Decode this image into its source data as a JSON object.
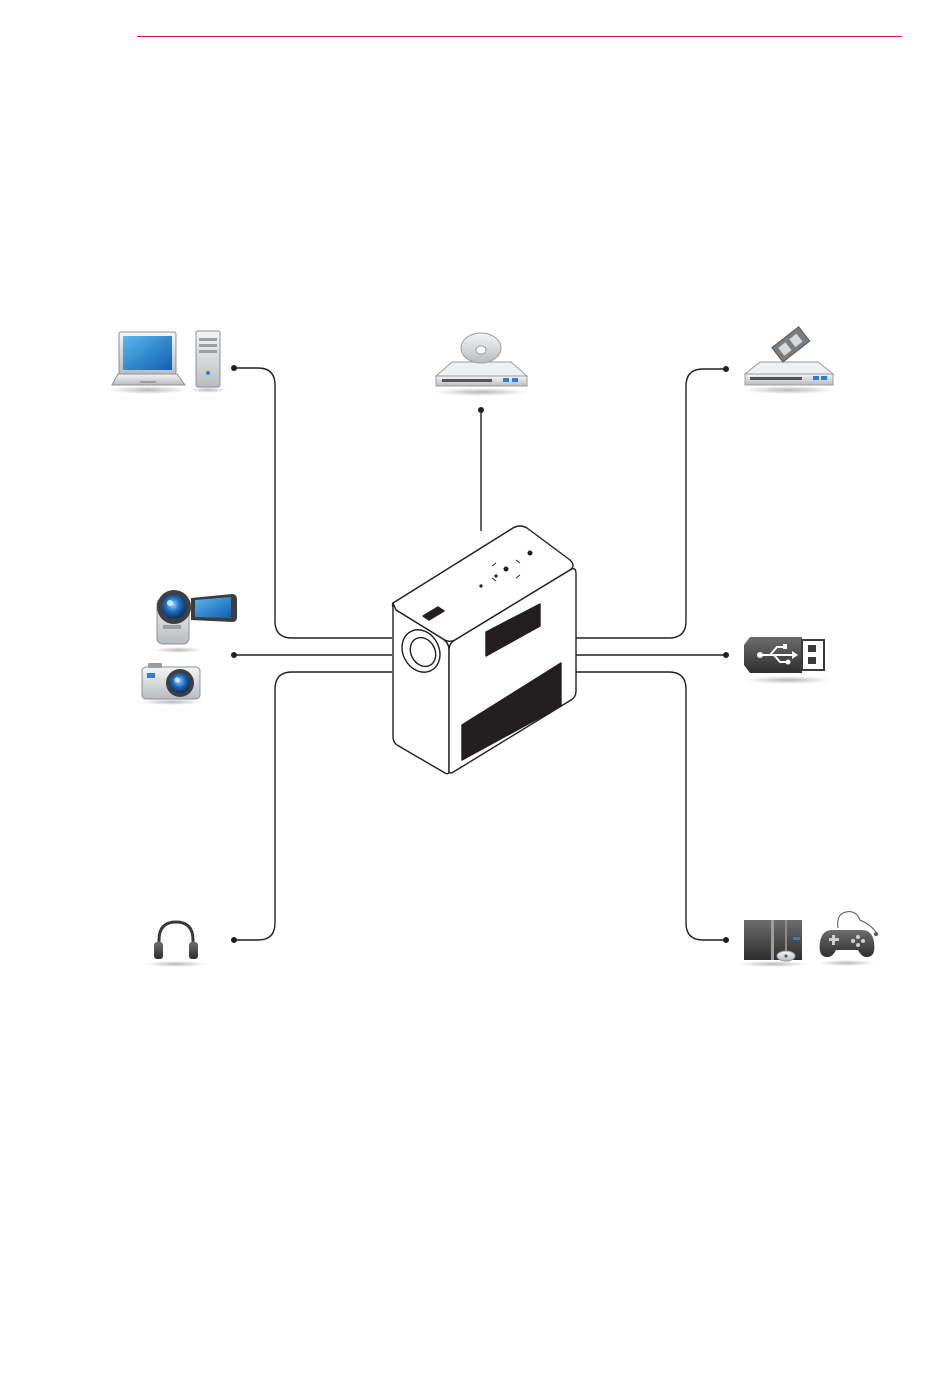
{
  "page": {
    "accent_color": "#c2185b"
  },
  "diagram": {
    "center_device": "projector-icon",
    "connections": [
      {
        "side": "left-top",
        "devices": [
          "laptop-icon",
          "desktop-tower-icon"
        ]
      },
      {
        "side": "left-middle",
        "devices": [
          "camcorder-icon",
          "digital-camera-icon"
        ]
      },
      {
        "side": "left-bottom",
        "devices": [
          "headphones-icon"
        ]
      },
      {
        "side": "top",
        "devices": [
          "dvd-player-icon"
        ]
      },
      {
        "side": "right-top",
        "devices": [
          "video-recorder-icon"
        ]
      },
      {
        "side": "right-middle",
        "devices": [
          "usb-drive-icon"
        ]
      },
      {
        "side": "right-bottom",
        "devices": [
          "game-console-icon",
          "gamepad-icon"
        ]
      }
    ],
    "colors": {
      "line": "#231f20",
      "device_blue": "#2f7fd0",
      "device_silver": "#d7d9dc",
      "device_dark": "#4a4a4a"
    }
  }
}
